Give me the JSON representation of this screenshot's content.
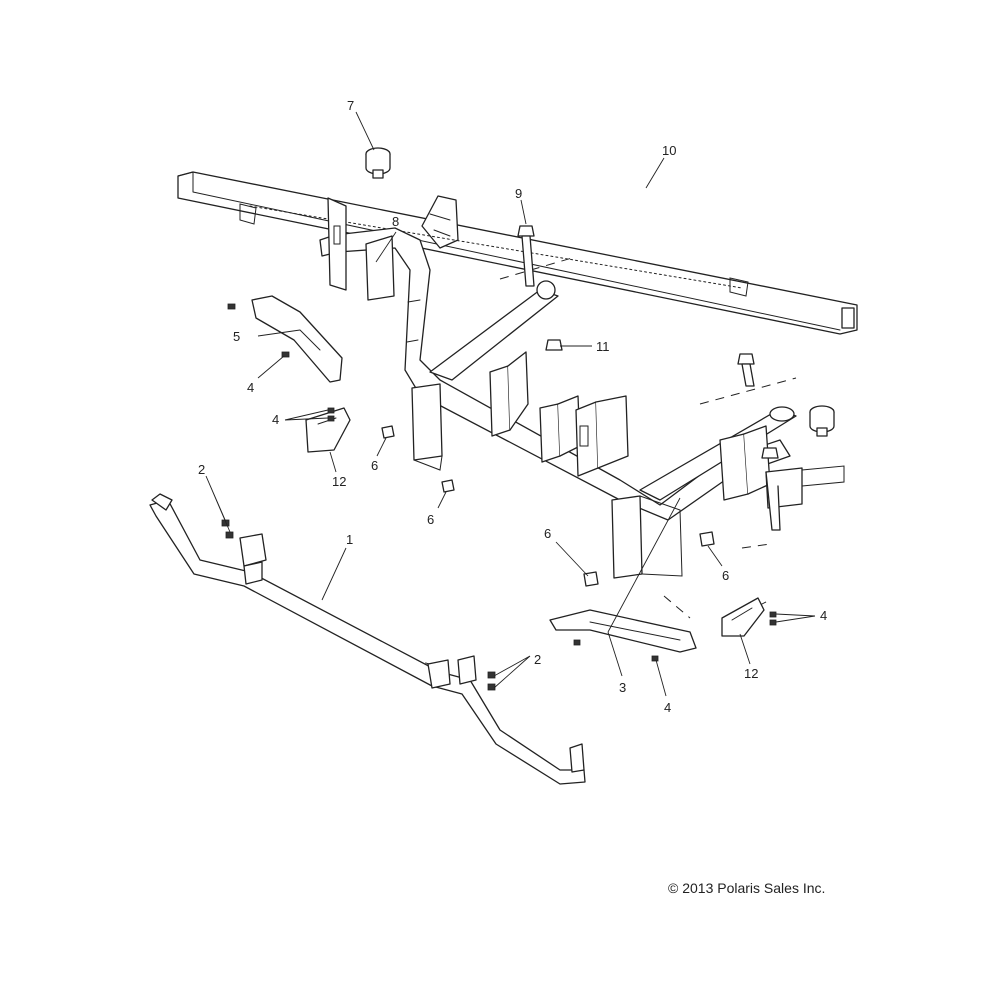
{
  "copyright": "© 2013 Polaris Sales Inc.",
  "callouts": [
    "1",
    "2",
    "2",
    "3",
    "4",
    "4",
    "4",
    "4",
    "5",
    "6",
    "6",
    "6",
    "6",
    "7",
    "8",
    "9",
    "10",
    "11",
    "12",
    "12"
  ],
  "colors": {
    "line": "#222222",
    "background": "#ffffff"
  }
}
